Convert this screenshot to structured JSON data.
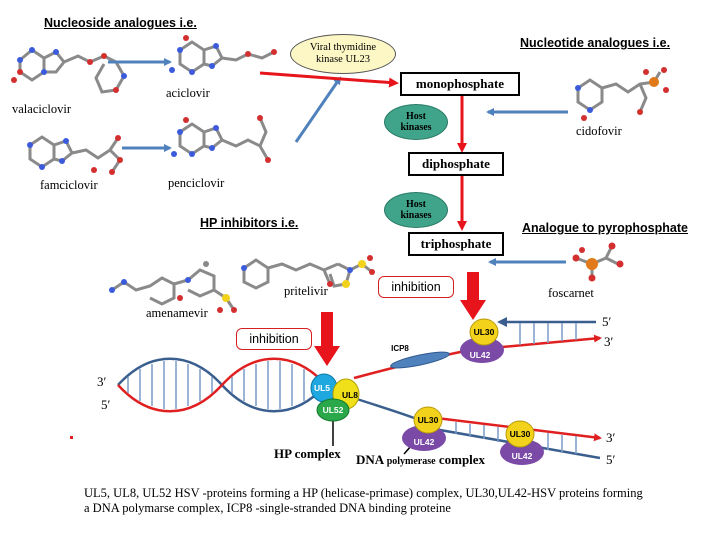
{
  "headings": {
    "nucleoside": "Nucleoside analogues i.e.",
    "nucleotide": "Nucleotide analogues i.e.",
    "hp_inhibitors": "HP inhibitors i.e.",
    "pyrophosphate": "Analogue to pyrophosphate"
  },
  "drugs": {
    "valaciclovir": "valaciclovir",
    "aciclovir": "aciclovir",
    "famciclovir": "famciclovir",
    "penciclovir": "penciclovir",
    "cidofovir": "cidofovir",
    "amenamevir": "amenamevir",
    "pritelivir": "pritelivir",
    "foscarnet": "foscarnet"
  },
  "kinase": {
    "line1": "Viral thymidine",
    "line2": "kinase UL23"
  },
  "host_kinases": {
    "line1": "Host",
    "line2": "kinases"
  },
  "phosphates": {
    "mono": "monophosphate",
    "di": "diphosphate",
    "tri": "triphosphate"
  },
  "inhibition_label": "inhibition",
  "strand_labels": {
    "three_prime": "3′",
    "five_prime": "5′"
  },
  "proteins": {
    "ul5": "UL5",
    "ul8": "UL8",
    "ul52": "UL52",
    "ul30": "UL30",
    "ul42": "UL42",
    "icp8": "ICP8"
  },
  "complex_labels": {
    "hp": "HP complex",
    "dna_poly_prefix": "DNA ",
    "dna_poly_middle": "polymerase",
    "dna_poly_suffix": " complex"
  },
  "caption": "UL5, UL8, UL52 HSV -proteins forming a HP (helicase-primase) complex, UL30,UL42-HSV proteins forming a DNA polymarse complex, ICP8 -single-stranded DNA binding proteine",
  "colors": {
    "arrow_blue": "#4f81bd",
    "arrow_red": "#e8141c",
    "host_kinase_fill": "#3fa48a",
    "kinase_fill": "#fdf7c6",
    "ul5": "#1fa8e0",
    "ul8": "#f0e01a",
    "ul52": "#2aa84a",
    "ul30": "#f2d21a",
    "ul42": "#7a4aa6",
    "icp8": "#4f81bd",
    "dna_red": "#e02020",
    "dna_blue": "#3a5f8f"
  }
}
